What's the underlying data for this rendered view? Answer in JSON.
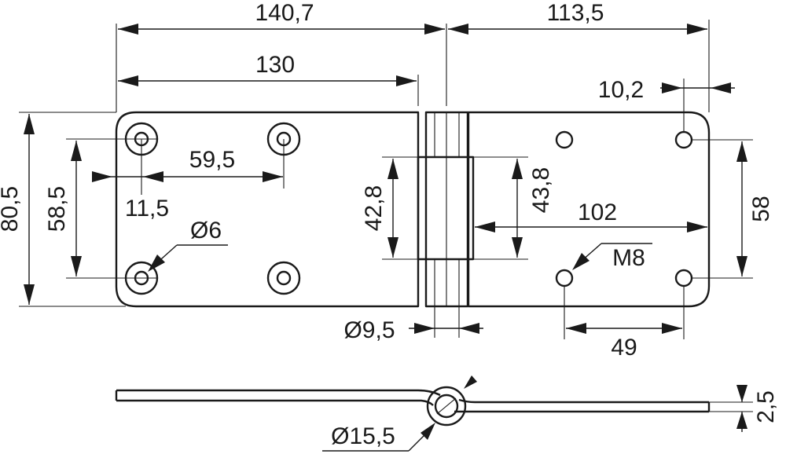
{
  "dimensions": {
    "overall_leaf_left": "140,7",
    "leaf_right": "113,5",
    "hole_span_left": "130",
    "right_edge_offset": "10,2",
    "hole_pitch_top": "59,5",
    "hole_edge_offset": "11,5",
    "hole_pitch_vertical_left": "58,5",
    "overall_height": "80,5",
    "hole_diameter": "Ø6",
    "knuckle_length": "42,8",
    "knuckle_slot": "43,8",
    "hole_span_right": "102",
    "hole_pitch_vertical_right": "58",
    "thread": "M8",
    "hole_pitch_bottom": "49",
    "pin_diameter": "Ø9,5",
    "knuckle_outer_diameter": "Ø15,5",
    "thickness": "2,5"
  }
}
